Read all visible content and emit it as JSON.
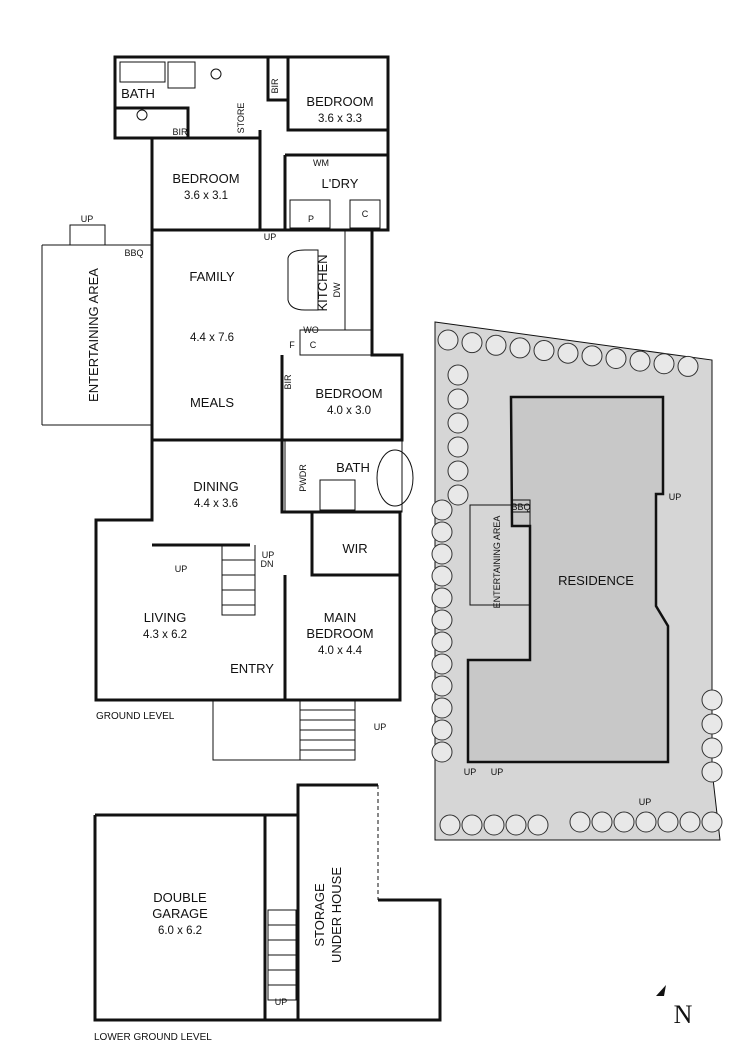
{
  "ground_floor": {
    "level_label": "GROUND LEVEL",
    "rooms": {
      "bath_top": "BATH",
      "bir_1": "BIR",
      "store": "STORE",
      "bir_2": "BIR",
      "bedroom_ne": {
        "name": "BEDROOM",
        "size": "3.6 x 3.3"
      },
      "bedroom_nw": {
        "name": "BEDROOM",
        "size": "3.6 x 3.1"
      },
      "wm": "WM",
      "laundry": "L'DRY",
      "pantry": "P",
      "cupboard": "C",
      "bbq": "BBQ",
      "up_north": "UP",
      "up_family": "UP",
      "family": {
        "name": "FAMILY",
        "size": "4.4 x 7.6"
      },
      "meals": "MEALS",
      "kitchen": "KITCHEN",
      "dw": "DW",
      "wo": "WO",
      "f": "F",
      "c2": "C",
      "entertaining": "ENTERTAINING AREA",
      "bir_3": "BIR",
      "bedroom_mid": {
        "name": "BEDROOM",
        "size": "4.0 x 3.0"
      },
      "pwdr": "PWDR",
      "bath_mid": "BATH",
      "dining": {
        "name": "DINING",
        "size": "4.4 x 3.6"
      },
      "wir": "WIR",
      "up_dining": "UP",
      "up_stair": "UP",
      "dn_stair": "DN",
      "living": {
        "name": "LIVING",
        "size": "4.3 x 6.2"
      },
      "main_bedroom": {
        "name_line1": "MAIN",
        "name_line2": "BEDROOM",
        "size": "4.0 x 4.4"
      },
      "entry": "ENTRY",
      "up_front": "UP"
    }
  },
  "lower_floor": {
    "level_label": "LOWER GROUND LEVEL",
    "garage": {
      "name_line1": "DOUBLE",
      "name_line2": "GARAGE",
      "size": "6.0 x 6.2"
    },
    "storage": {
      "line1": "STORAGE",
      "line2": "UNDER HOUSE"
    },
    "up_stair": "UP"
  },
  "site_plan": {
    "residence": "RESIDENCE",
    "entertaining": "ENTERTAINING AREA",
    "bbq": "BBQ",
    "up_labels": [
      "UP",
      "UP",
      "UP",
      "UP"
    ]
  },
  "north_label": "N"
}
